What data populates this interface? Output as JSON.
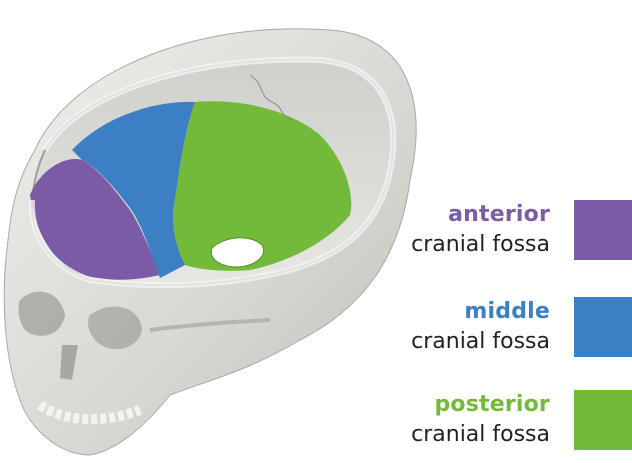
{
  "legend": [
    {
      "term": "anterior",
      "subtitle": "cranial fossa",
      "color": "#7b5aa6"
    },
    {
      "term": "middle",
      "subtitle": "cranial fossa",
      "color": "#3c7fc5"
    },
    {
      "term": "posterior",
      "subtitle": "cranial fossa",
      "color": "#73b93a"
    }
  ],
  "colors": {
    "bone": "#d9d9d6",
    "bone_shadow": "#b8b8b4",
    "background": "#ffffff"
  }
}
